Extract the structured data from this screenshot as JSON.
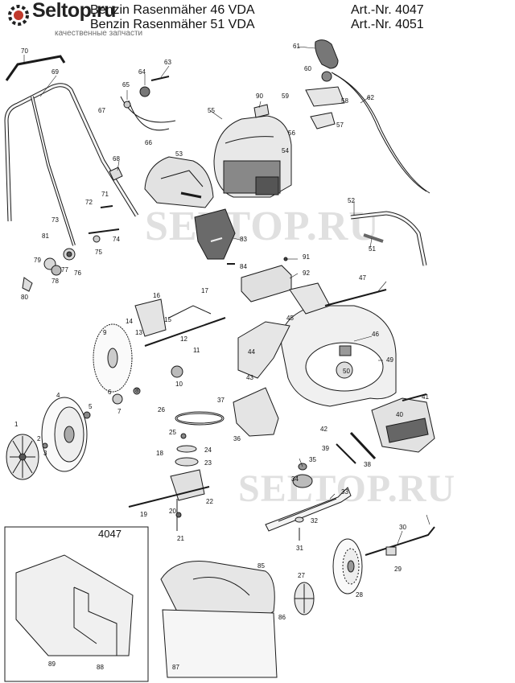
{
  "header": {
    "title_line1": "Benzin Rasenmäher 46 VDA",
    "title_line2": "Benzin Rasenmäher 51 VDA",
    "art_line1": "Art.-Nr. 4047",
    "art_line2": "Art.-Nr. 4051"
  },
  "logo": {
    "name": "Seltop.ru",
    "tagline": "качественные запчасти"
  },
  "watermarks": [
    "SELTOP.RU",
    "SELTOP.RU"
  ],
  "inset": {
    "label": "4047"
  },
  "colors": {
    "line": "#1a1a1a",
    "part_fill": "#e6e6e6",
    "dark_fill": "#6e6e6e",
    "watermark": "#c7c7c7"
  },
  "callouts": [
    "1",
    "2",
    "3",
    "4",
    "5",
    "6",
    "7",
    "8",
    "9",
    "10",
    "11",
    "12",
    "13",
    "14",
    "15",
    "16",
    "17",
    "18",
    "19",
    "20",
    "21",
    "22",
    "23",
    "24",
    "25",
    "26",
    "27",
    "28",
    "29",
    "30",
    "31",
    "32",
    "33",
    "34",
    "35",
    "36",
    "37",
    "38",
    "39",
    "40",
    "41",
    "42",
    "43",
    "44",
    "45",
    "46",
    "47",
    "49",
    "50",
    "51",
    "52",
    "53",
    "54",
    "55",
    "56",
    "57",
    "58",
    "59",
    "60",
    "61",
    "62",
    "63",
    "64",
    "65",
    "66",
    "67",
    "68",
    "69",
    "70",
    "71",
    "72",
    "73",
    "74",
    "75",
    "76",
    "77",
    "78",
    "79",
    "80",
    "81",
    "83",
    "84",
    "85",
    "86",
    "87",
    "88",
    "89",
    "90",
    "91",
    "92"
  ]
}
